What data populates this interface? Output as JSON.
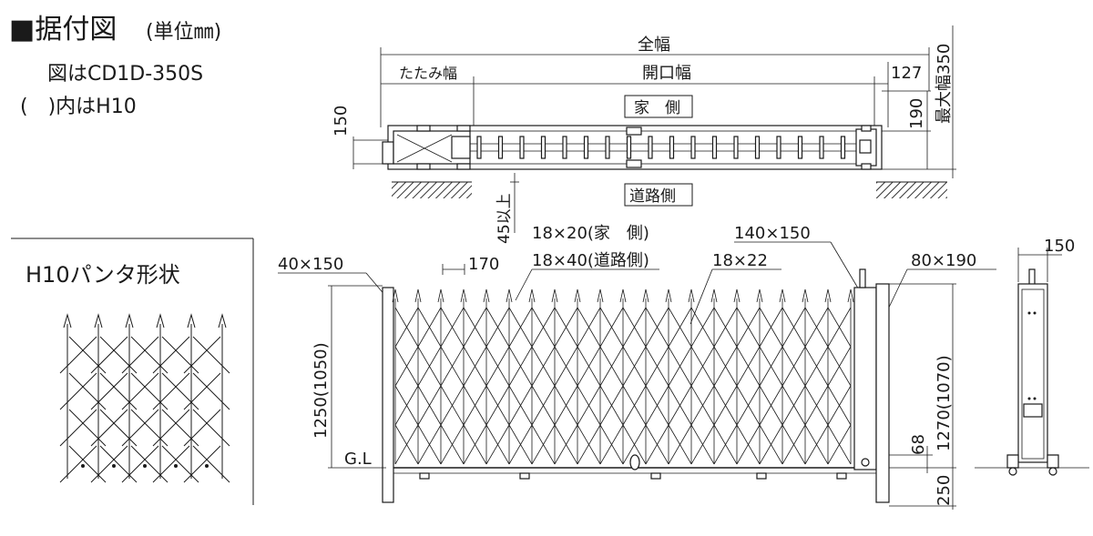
{
  "title": "■据付図",
  "title_unit": "(単位㎜)",
  "note_model": "図はCD1D-350S",
  "note_h10": "(　)内はH10",
  "inset_title": "H10パンタ形状",
  "plan": {
    "total_width": "全幅",
    "folded_width": "たたみ幅",
    "opening_width": "開口幅",
    "house_side": "家　側",
    "road_side": "道路側",
    "dim_127": "127",
    "dim_150": "150",
    "dim_190": "190",
    "dim_max_width": "最大幅350",
    "dim_45": "45以上"
  },
  "elevation": {
    "lbl_40x150": "40×150",
    "lbl_170": "170",
    "lbl_18x20": "18×20(家　側)",
    "lbl_18x40": "18×40(道路側)",
    "lbl_18x22": "18×22",
    "lbl_140x150": "140×150",
    "lbl_80x190": "80×190",
    "dim_1250": "1250(1050)",
    "dim_1270": "1270(1070)",
    "dim_68": "68",
    "dim_250": "250",
    "gl": "G.L"
  },
  "side": {
    "dim_150": "150"
  }
}
